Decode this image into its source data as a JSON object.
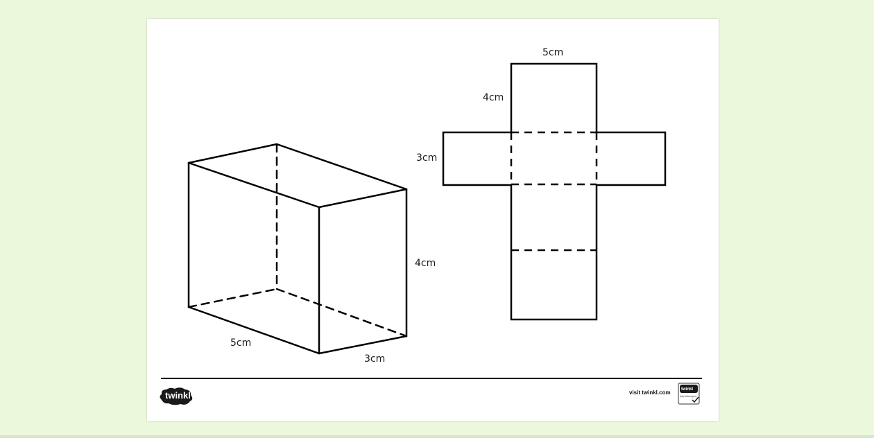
{
  "prism": {
    "length_label": "5cm",
    "width_label": "3cm",
    "height_label": "4cm"
  },
  "net": {
    "top_label": "5cm",
    "side_label": "4cm",
    "flap_label": "3cm"
  },
  "footer": {
    "logo": "twinkl",
    "link_text": "visit twinkl.com",
    "badge_logo": "twinkl",
    "badge_caption": "Quality Standard Approved"
  }
}
